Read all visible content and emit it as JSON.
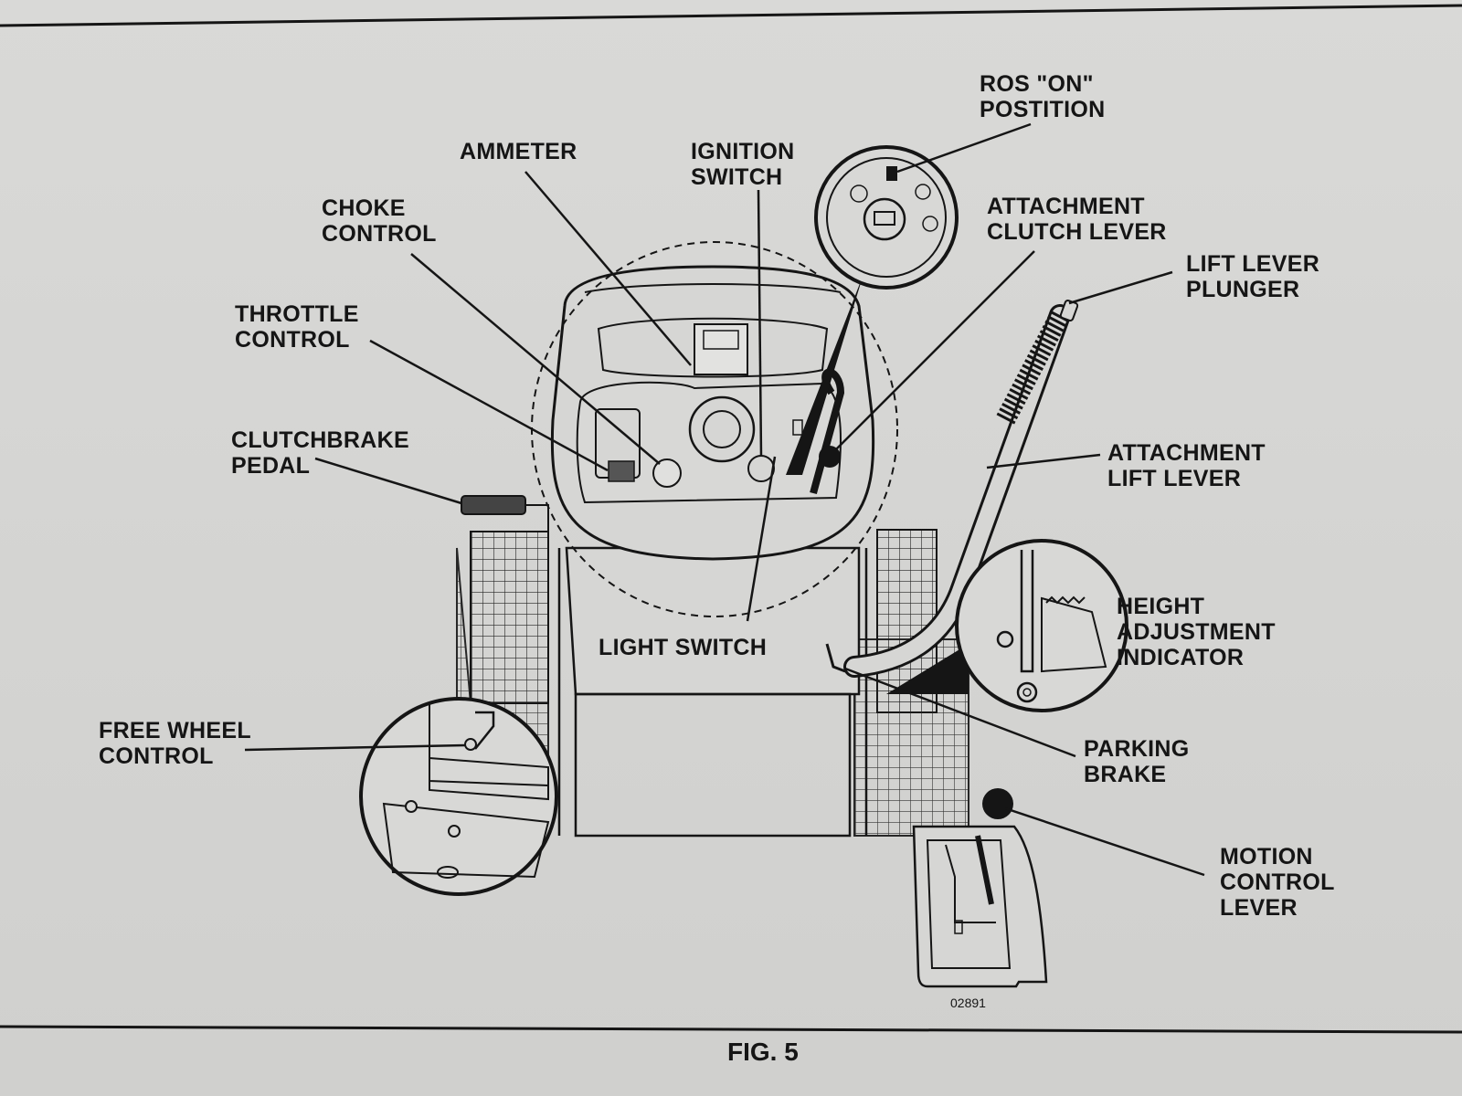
{
  "callouts": {
    "ros_on": [
      "ROS \"ON\"",
      "POSTITION"
    ],
    "ammeter": [
      "AMMETER"
    ],
    "ignition_switch": [
      "IGNITION",
      "SWITCH"
    ],
    "choke_control": [
      "CHOKE",
      "CONTROL"
    ],
    "attachment_clutch_lever": [
      "ATTACHMENT",
      "CLUTCH LEVER"
    ],
    "lift_lever_plunger": [
      "LIFT LEVER",
      "PLUNGER"
    ],
    "throttle_control": [
      "THROTTLE",
      "CONTROL"
    ],
    "clutchbrake_pedal": [
      "CLUTCHBRAKE",
      "PEDAL"
    ],
    "attachment_lift_lever": [
      "ATTACHMENT",
      "LIFT LEVER"
    ],
    "height_adjustment_indicator": [
      "HEIGHT",
      "ADJUSTMENT",
      "INDICATOR"
    ],
    "light_switch": [
      "LIGHT SWITCH"
    ],
    "free_wheel_control": [
      "FREE WHEEL",
      "CONTROL"
    ],
    "parking_brake": [
      "PARKING",
      "BRAKE"
    ],
    "motion_control_lever": [
      "MOTION",
      "CONTROL",
      "LEVER"
    ]
  },
  "part_number": "02891",
  "figure_label": "FIG. 5",
  "colors": {
    "ink": "#151515",
    "paper": "#d4d4d2"
  }
}
